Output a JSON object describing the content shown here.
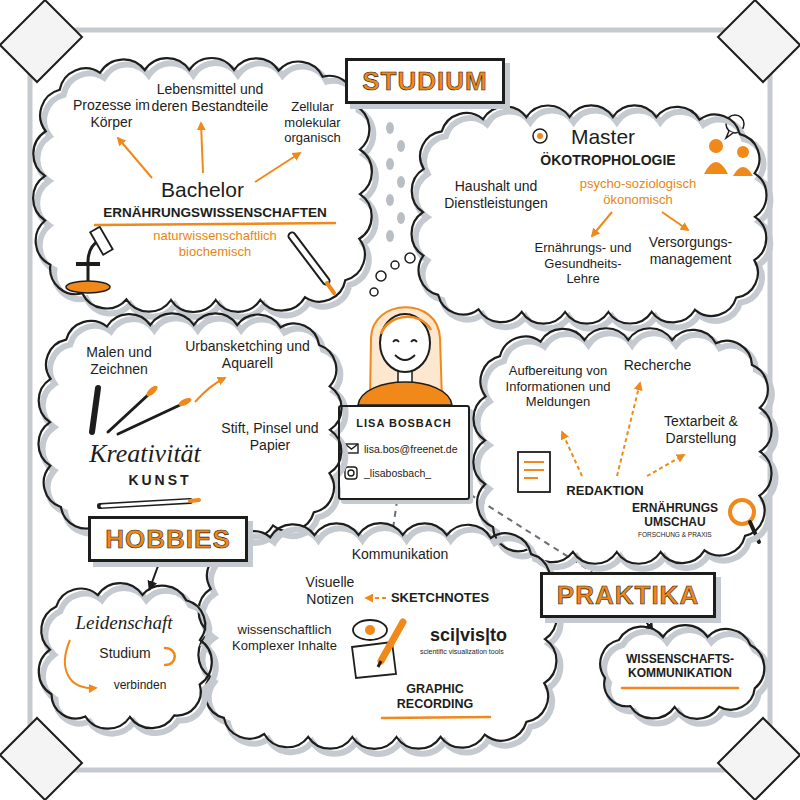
{
  "diagram": {
    "nodes": [
      {
        "text": [
          "STUDIUM"
        ]
      },
      {
        "text": [
          "Prozesse im Körper",
          "Lebensmittel und deren Bestandteile",
          "Zellular molekular organisch",
          "Bachelor",
          "ERNÄHRUNGSWISSENSCHAFTEN",
          "naturwissenschaftlich biochemisch"
        ]
      },
      {
        "text": [
          "Master",
          "ÖKOTROPHOLOGIE",
          "psycho-soziologisch ökonomisch",
          "Haushalt und Dienstleistungen",
          "Ernährungs- und Gesundheits- Lehre",
          "Versorgungs- management"
        ]
      },
      {
        "text": [
          "Malen und Zeichnen",
          "Urbansketching und Aquarell",
          "Stift, Pinsel und Papier",
          "Kreativität",
          "KUNST"
        ]
      },
      {
        "text": [
          "LISA BOSBACH",
          "lisa.bos@freenet.de",
          "_lisabosbach_"
        ]
      },
      {
        "text": [
          "Aufbereitung von Informationen und Meldungen",
          "Recherche",
          "Textarbeit & Darstellung",
          "REDAKTION",
          "ERNÄHRUNGS UMSCHAU",
          "FORSCHUNG & PRAXIS"
        ]
      },
      {
        "text": [
          "HOBBIES"
        ]
      },
      {
        "text": [
          "Kommunikation",
          "Visuelle Notizen",
          "SKETCHNOTES",
          "wissenschaftlich Komplexer Inhalte",
          "sci|vis|to",
          "scientific visualization tools",
          "GRAPHIC RECORDING"
        ]
      },
      {
        "text": [
          "PRAKTIKA"
        ]
      },
      {
        "text": [
          "Leidenschaft",
          "Studium",
          "verbinden"
        ]
      },
      {
        "text": [
          "WISSENSCHAFTS- KOMMUNIKATION"
        ]
      }
    ],
    "edges": [
      {
        "from": 4,
        "to": 7,
        "arrow": "none"
      },
      {
        "from": 4,
        "to": 8,
        "arrow": "none"
      },
      {
        "from": 6,
        "to": 9,
        "arrow": "to"
      },
      {
        "from": 8,
        "to": 10,
        "arrow": "to"
      }
    ]
  }
}
